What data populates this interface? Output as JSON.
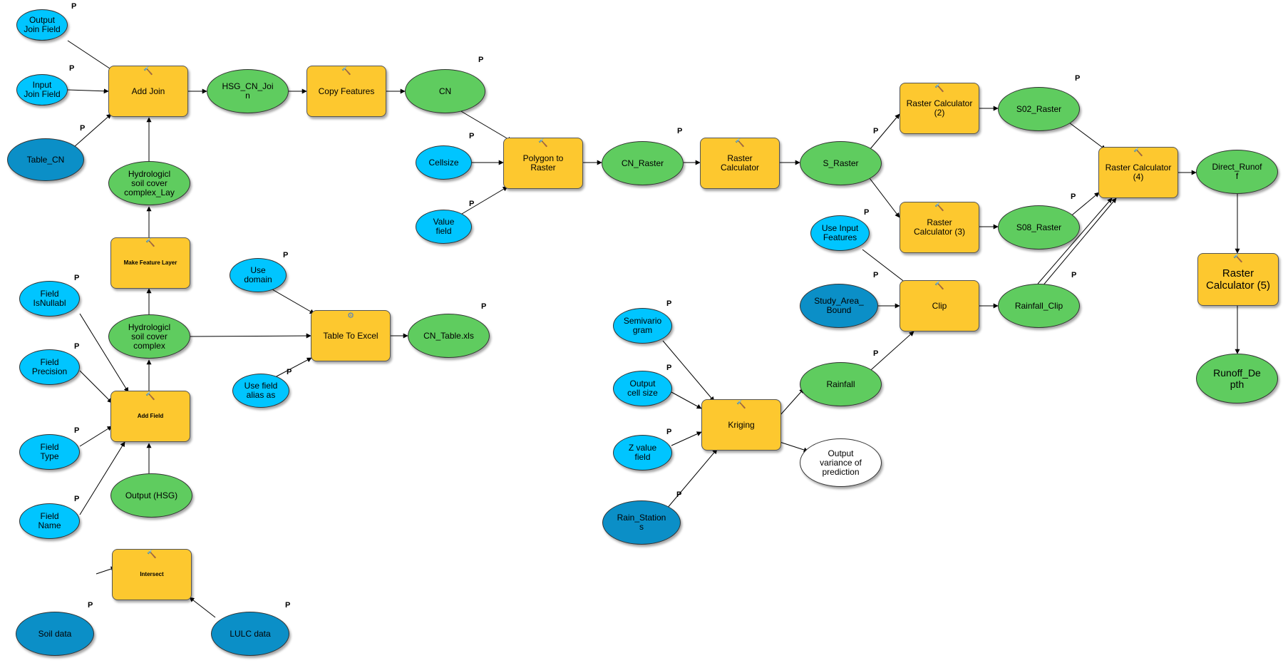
{
  "diagram": {
    "param_marker": "P",
    "nodes": {
      "output_join_field": "Output\nJoin Field",
      "input_join_field": "Input\nJoin Field",
      "table_cn": "Table_CN",
      "add_join": "Add Join",
      "hsg_cn_join": "HSG_CN_Joi\nn",
      "copy_features": "Copy Features",
      "cn": "CN",
      "hsc_lay": "Hydrologicl\nsoil cover\ncomplex_Lay",
      "make_feature_layer": "Make Feature Layer",
      "cellsize": "Cellsize",
      "value_field": "Value\nfield",
      "polygon_to_raster": "Polygon to\nRaster",
      "cn_raster": "CN_Raster",
      "raster_calculator": "Raster\nCalculator",
      "s_raster": "S_Raster",
      "raster_calc_2": "Raster Calculator\n(2)",
      "raster_calc_3": "Raster\nCalculator (3)",
      "s02_raster": "S02_Raster",
      "s08_raster": "S08_Raster",
      "raster_calc_4": "Raster Calculator\n(4)",
      "direct_runoff": "Direct_Runof\nf",
      "raster_calc_5": "Raster\nCalculator (5)",
      "runoff_depth": "Runoff_De\npth",
      "use_input_features": "Use Input\nFeatures",
      "study_area_bound": "Study_Area_\nBound",
      "clip": "Clip",
      "rainfall_clip": "Rainfall_Clip",
      "field_isnullable": "Field\nIsNullabl",
      "field_precision": "Field\nPrecision",
      "field_type": "Field\nType",
      "field_name": "Field\nName",
      "hsc": "Hydrologicl\nsoil cover\ncomplex",
      "add_field": "Add Field",
      "output_hsg": "Output (HSG)",
      "intersect": "Intersect",
      "soil_data": "Soil data",
      "lulc_data": "LULC data",
      "use_domain": "Use\ndomain",
      "use_field_alias": "Use field\nalias as",
      "table_to_excel": "Table To Excel",
      "cn_table": "CN_Table.xls",
      "semivariogram": "Semivario\ngram",
      "output_cell_size": "Output\ncell size",
      "z_value_field": "Z value\nfield",
      "rain_stations": "Rain_Station\ns",
      "kriging": "Kriging",
      "rainfall": "Rainfall",
      "output_variance": "Output\nvariance of\nprediction"
    }
  }
}
